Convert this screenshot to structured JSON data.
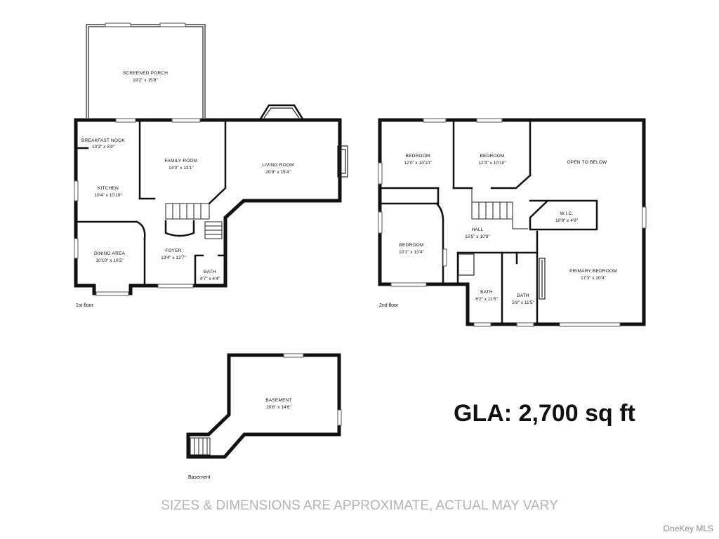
{
  "floors": [
    {
      "label": "1st floor",
      "rooms": [
        {
          "name": "SCREENED PORCH",
          "dims": "19'2\" x 15'8\""
        },
        {
          "name": "BREAKFAST NOOK",
          "dims": "10'3\" x 5'9\""
        },
        {
          "name": "FAMILY ROOM",
          "dims": "14'0\" x 13'1\""
        },
        {
          "name": "LIVING ROOM",
          "dims": "20'9\" x 15'4\""
        },
        {
          "name": "KITCHEN",
          "dims": "10'4\" x 10'10\""
        },
        {
          "name": "DINING AREA",
          "dims": "10'10\" x 10'2\""
        },
        {
          "name": "FOYER",
          "dims": "13'4\" x 13'7\""
        },
        {
          "name": "BATH",
          "dims": "4'7\" x 4'4\""
        }
      ]
    },
    {
      "label": "2nd floor",
      "rooms": [
        {
          "name": "BEDROOM",
          "dims": "12'0\" x 10'10\""
        },
        {
          "name": "BEDROOM",
          "dims": "12'3\" x 10'10\""
        },
        {
          "name": "OPEN TO BELOW",
          "dims": ""
        },
        {
          "name": "W.I.C.",
          "dims": "10'8\" x 4'9\""
        },
        {
          "name": "HALL",
          "dims": "15'5\" x 10'8\""
        },
        {
          "name": "BEDROOM",
          "dims": "10'1\" x 13'4\""
        },
        {
          "name": "PRIMARY BEDROOM",
          "dims": "17'3\" x 20'4\""
        },
        {
          "name": "BATH",
          "dims": "6'2\" x 11'5\""
        },
        {
          "name": "BATH",
          "dims": "5'8\" x 11'5\""
        }
      ]
    },
    {
      "label": "Basement",
      "rooms": [
        {
          "name": "BASEMENT",
          "dims": "20'6\" x 14'6\""
        }
      ]
    }
  ],
  "gla": "GLA: 2,700 sq ft",
  "disclaimer": "SIZES & DIMENSIONS ARE APPROXIMATE, ACTUAL MAY VARY",
  "watermark": "OneKey MLS"
}
